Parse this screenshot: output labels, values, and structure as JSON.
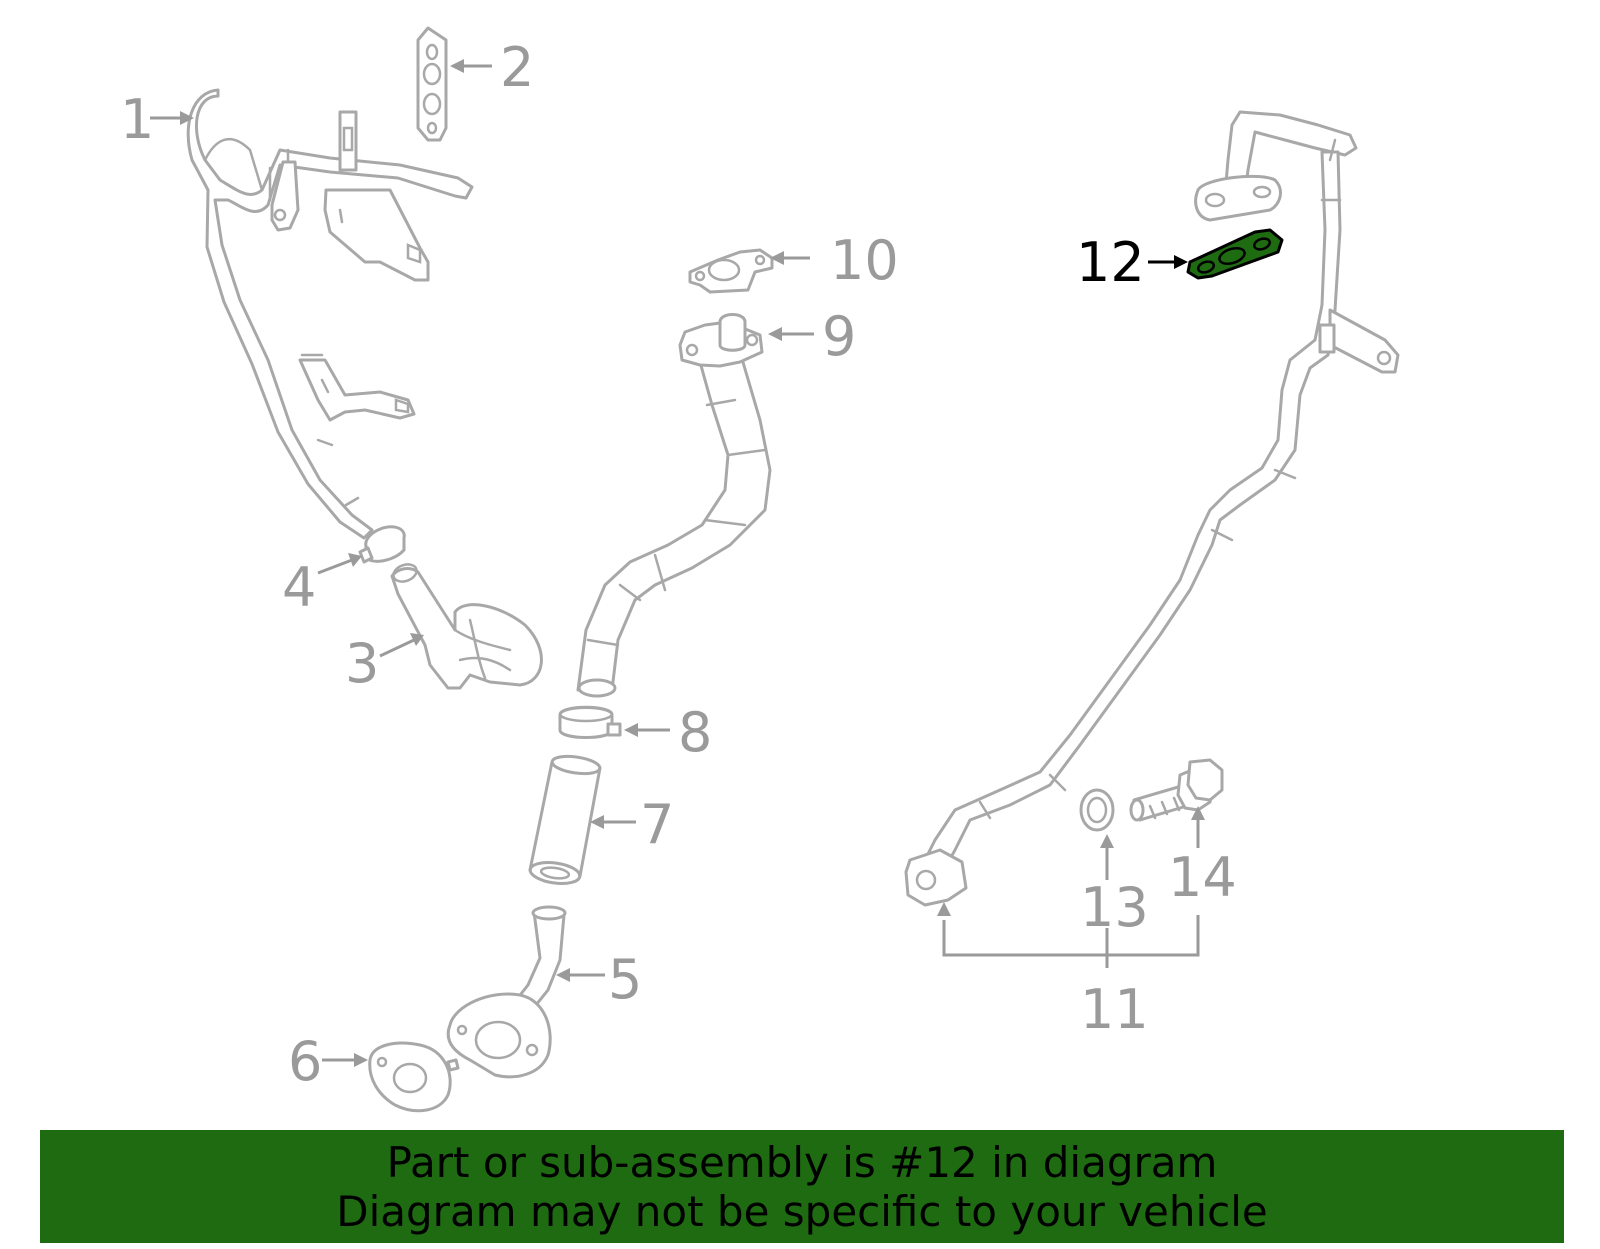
{
  "callouts": {
    "c1": "1",
    "c2": "2",
    "c3": "3",
    "c4": "4",
    "c5": "5",
    "c6": "6",
    "c7": "7",
    "c8": "8",
    "c9": "9",
    "c10": "10",
    "c11": "11",
    "c12": "12",
    "c13": "13",
    "c14": "14"
  },
  "highlighted_part": "12",
  "banner": {
    "line1": "Part or sub-assembly is #12 in diagram",
    "line2": "Diagram may not be specific to your vehicle"
  },
  "colors": {
    "highlight": "#1e6b12",
    "lines": "#a8a8a8",
    "labels": "#9a9a9a"
  }
}
